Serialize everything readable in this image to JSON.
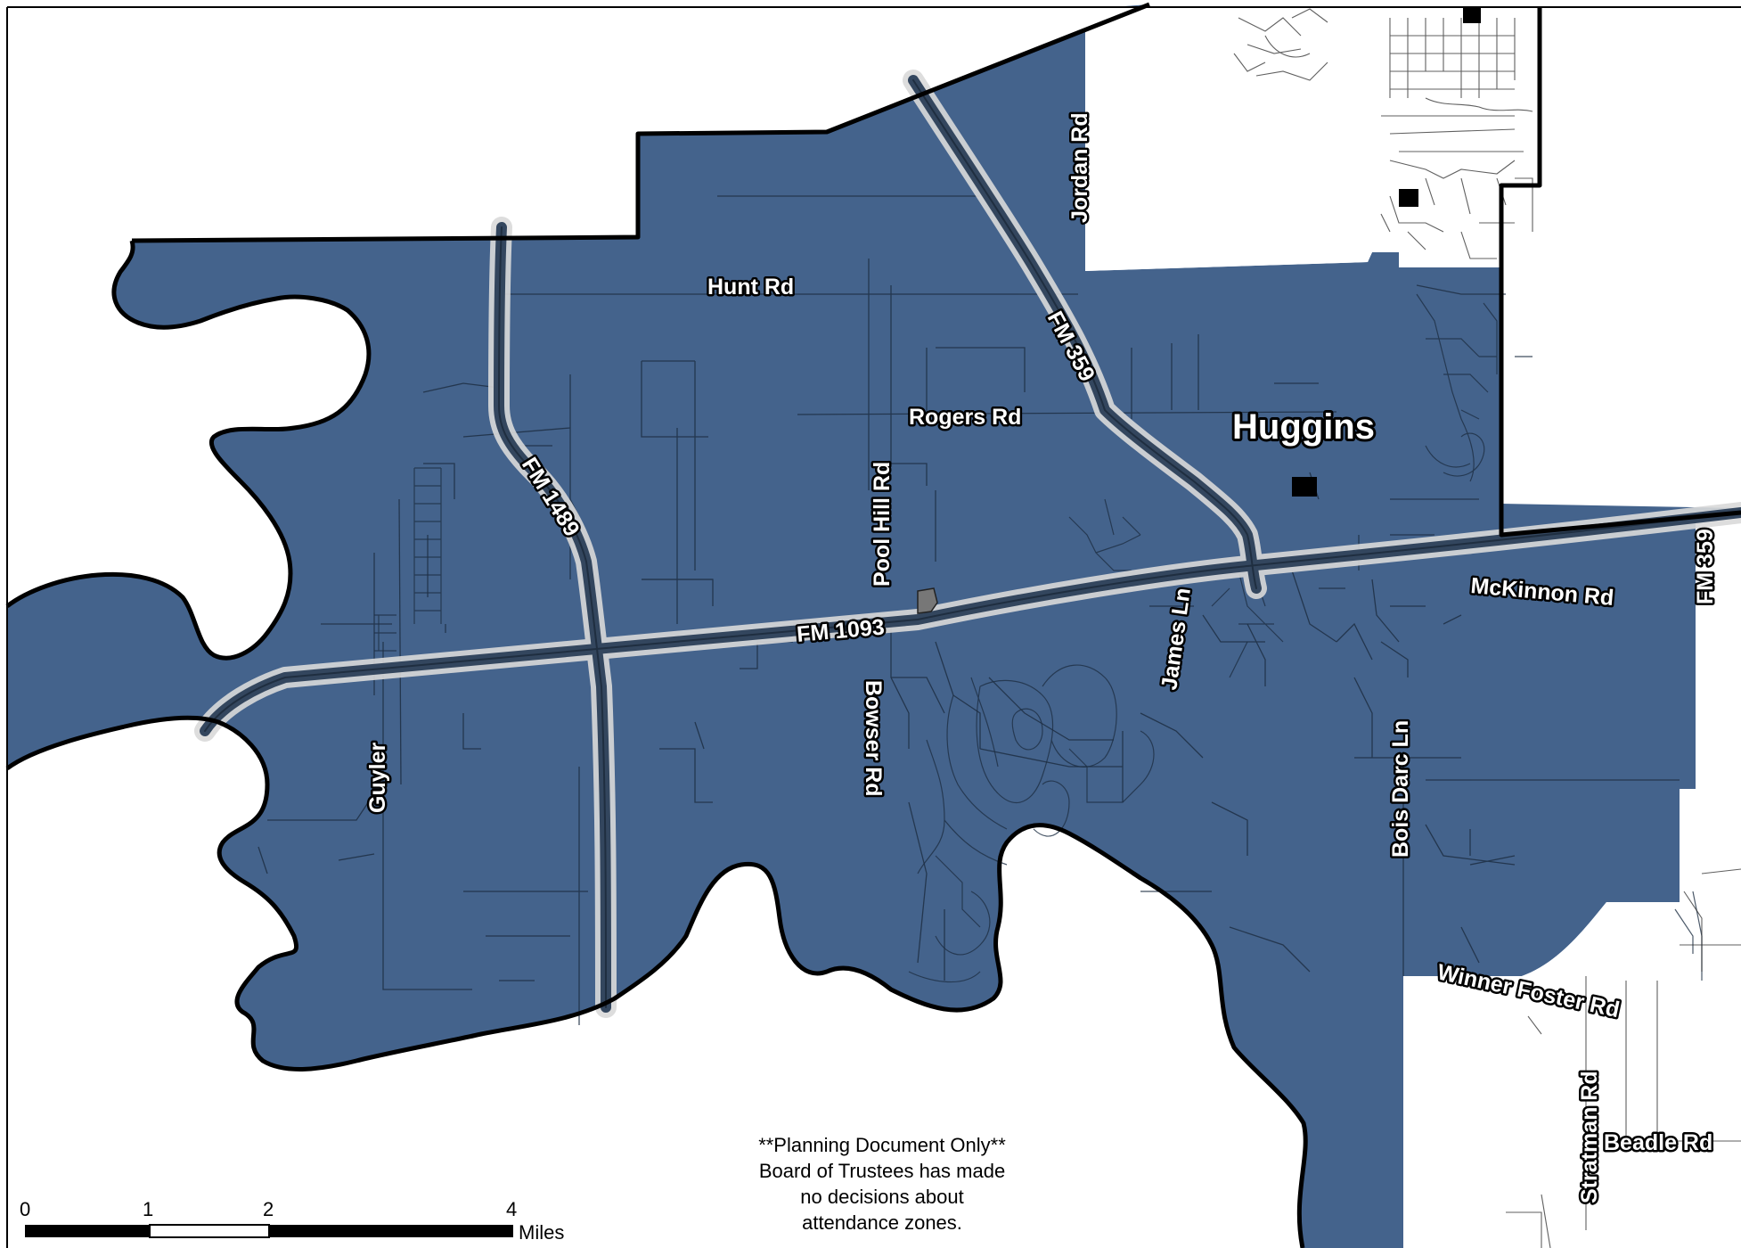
{
  "map": {
    "colors": {
      "zone_fill": "#44638c",
      "boundary": "#000000",
      "road_fine": "#1e2f44",
      "highway_casing": "#d7d7d7",
      "highway_core": "#33465e"
    },
    "town": {
      "name": "Huggins"
    },
    "road_labels": {
      "hunt_rd": "Hunt Rd",
      "jordan_rd": "Jordan Rd",
      "fm_359_north": "FM 359",
      "rogers_rd": "Rogers Rd",
      "pool_hill_rd": "Pool Hill Rd",
      "fm_1489": "FM 1489",
      "fm_1093": "FM 1093",
      "james_ln": "James Ln",
      "mckinnon_rd": "McKinnon Rd",
      "fm_359_east": "FM 359",
      "guyler": "Guyler",
      "bowser_rd": "Bowser Rd",
      "bois_darc_ln": "Bois Darc Ln",
      "winner_foster_rd": "Winner Foster Rd",
      "stratman_rd": "Stratman Rd",
      "beadle_rd": "Beadle Rd"
    },
    "scale_bar": {
      "ticks": [
        "0",
        "1",
        "2",
        "4"
      ],
      "unit": "Miles"
    },
    "disclaimer": {
      "line1": "**Planning Document Only**",
      "line2": "Board of Trustees has made",
      "line3": "no decisions about",
      "line4": "attendance zones."
    },
    "building_icon": "school-building-icon"
  }
}
